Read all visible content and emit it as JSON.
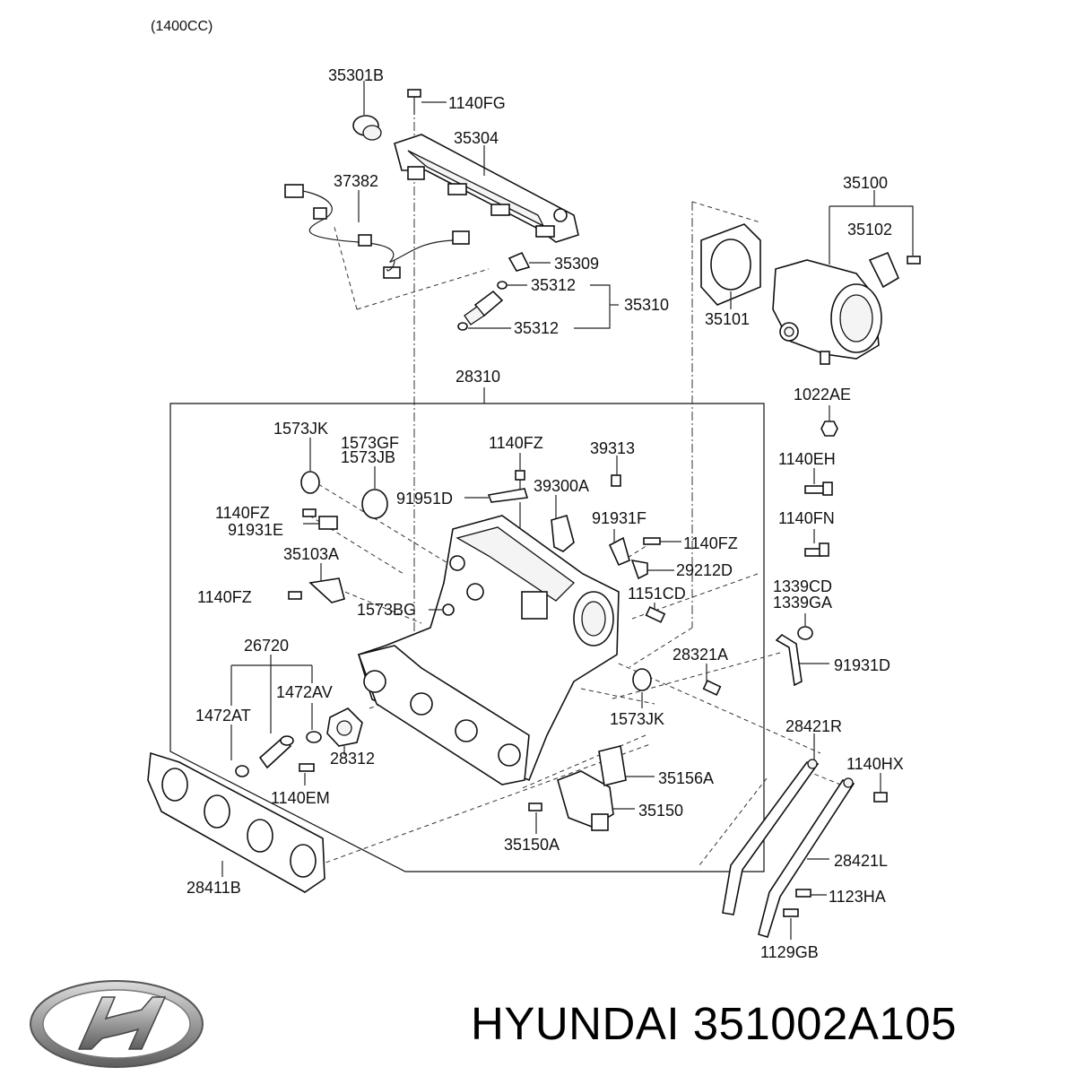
{
  "variant": "(1400CC)",
  "brand": "HYUNDAI",
  "part_number": "351002A105",
  "logo_icon": "hyundai-logo-icon",
  "labels": {
    "p35301B": "35301B",
    "p1140FG": "1140FG",
    "p35304": "35304",
    "p37382": "37382",
    "p35100": "35100",
    "p35102": "35102",
    "p35309": "35309",
    "p35312a": "35312",
    "p35310": "35310",
    "p35312b": "35312",
    "p35101": "35101",
    "p28310": "28310",
    "p1022AE": "1022AE",
    "p1573JK_top": "1573JK",
    "p1573GF": "1573GF",
    "p1573JB": "1573JB",
    "p1140FZ_top": "1140FZ",
    "p39313": "39313",
    "p1140EH": "1140EH",
    "p91951D": "91951D",
    "p39300A": "39300A",
    "p1140FZ_left": "1140FZ",
    "p91931E": "91931E",
    "p91931F": "91931F",
    "p1140FN": "1140FN",
    "p1140FZ_right": "1140FZ",
    "p35103A": "35103A",
    "p29212D": "29212D",
    "p1339CD": "1339CD",
    "p1140FZ_mid": "1140FZ",
    "p1151CD": "1151CD",
    "p1339GA": "1339GA",
    "p1573BG": "1573BG",
    "p26720": "26720",
    "p28321A": "28321A",
    "p91931D": "91931D",
    "p1472AV": "1472AV",
    "p1472AT": "1472AT",
    "p1573JK_bot": "1573JK",
    "p28421R": "28421R",
    "p28312": "28312",
    "p1140HX": "1140HX",
    "p35156A": "35156A",
    "p1140EM": "1140EM",
    "p35150": "35150",
    "p35150A": "35150A",
    "p28421L": "28421L",
    "p28411B": "28411B",
    "p1123HA": "1123HA",
    "p1129GB": "1129GB"
  }
}
